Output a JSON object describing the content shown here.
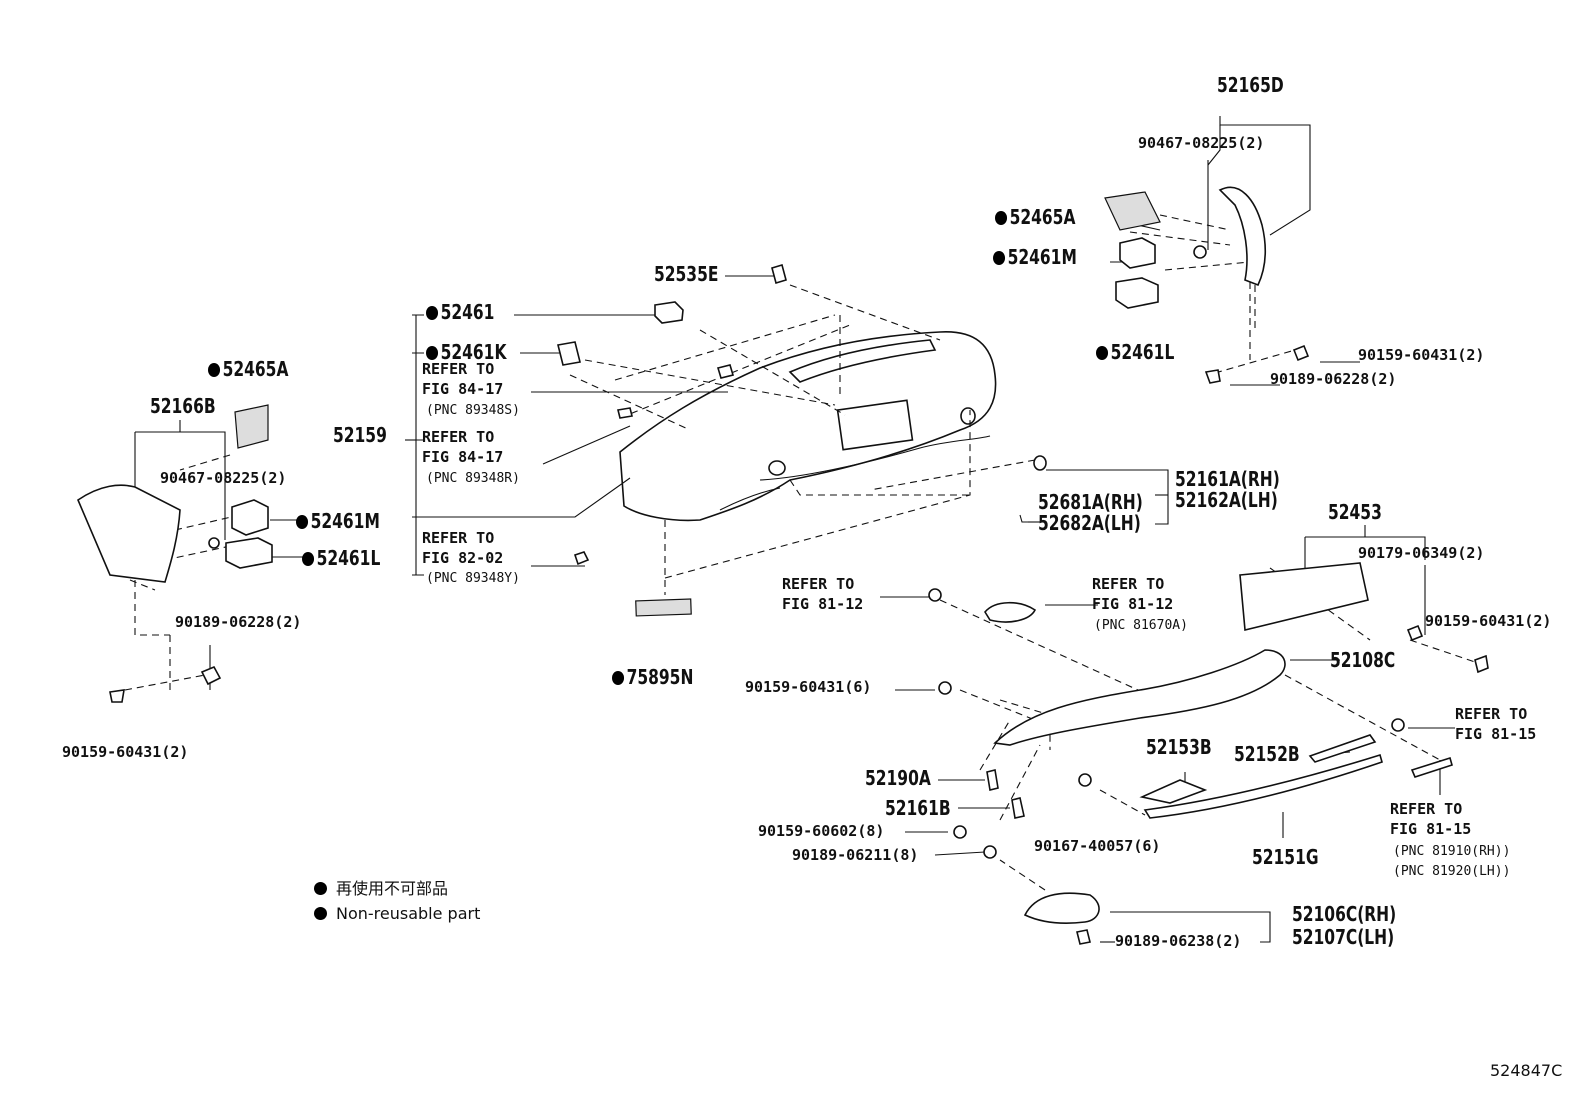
{
  "labels": {
    "p52165D": "52165D",
    "p90467_08225_r": "90467-08225(2)",
    "p52465A_r": "52465A",
    "p52461M_r": "52461M",
    "p52461L_r": "52461L",
    "p90159_60431_r": "90159-60431(2)",
    "p90189_06228_r": "90189-06228(2)",
    "p52535E": "52535E",
    "p52461": "52461",
    "p52461K": "52461K",
    "refer_to_1": "REFER TO",
    "fig_84_17_a": "FIG 84-17",
    "pnc_89348S": "(PNC 89348S)",
    "p52159": "52159",
    "refer_to_2": "REFER TO",
    "fig_84_17_b": "FIG 84-17",
    "pnc_89348R": "(PNC 89348R)",
    "refer_to_3": "REFER TO",
    "fig_82_02": "FIG 82-02",
    "pnc_89348Y": "(PNC 89348Y)",
    "p52465A_l": "52465A",
    "p52166B": "52166B",
    "p90467_08225_l": "90467-08225(2)",
    "p52461M_l": "52461M",
    "p52461L_l": "52461L",
    "p90189_06228_l": "90189-06228(2)",
    "p90159_60431_l": "90159-60431(2)",
    "p75895N": "75895N",
    "p52161A": "52161A(RH)",
    "p52162A": "52162A(LH)",
    "p52681A": "52681A(RH)",
    "p52682A": "52682A(LH)",
    "p52453": "52453",
    "p90179_06349": "90179-06349(2)",
    "refer_to_4": "REFER TO",
    "fig_81_12_a": "FIG 81-12",
    "refer_to_5": "REFER TO",
    "fig_81_12_b": "FIG 81-12",
    "pnc_81670A": "(PNC 81670A)",
    "p90159_60431_s": "90159-60431(2)",
    "p52108C": "52108C",
    "p90159_60431_6": "90159-60431(6)",
    "refer_to_6": "REFER TO",
    "fig_81_15_a": "FIG 81-15",
    "p52153B": "52153B",
    "p52152B": "52152B",
    "p52190A": "52190A",
    "p52161B": "52161B",
    "refer_to_7": "REFER TO",
    "fig_81_15_b": "FIG 81-15",
    "pnc_81910": "(PNC 81910(RH))",
    "pnc_81920": "(PNC 81920(LH))",
    "p90159_60602": "90159-60602(8)",
    "p90167_40057": "90167-40057(6)",
    "p52151G": "52151G",
    "p90189_06211": "90189-06211(8)",
    "p52106C": "52106C(RH)",
    "p52107C": "52107C(LH)",
    "p90189_06238": "90189-06238(2)",
    "diagram_id": "524847C"
  },
  "legend": {
    "line1": "再使用不可部品",
    "line2": "Non-reusable part"
  }
}
